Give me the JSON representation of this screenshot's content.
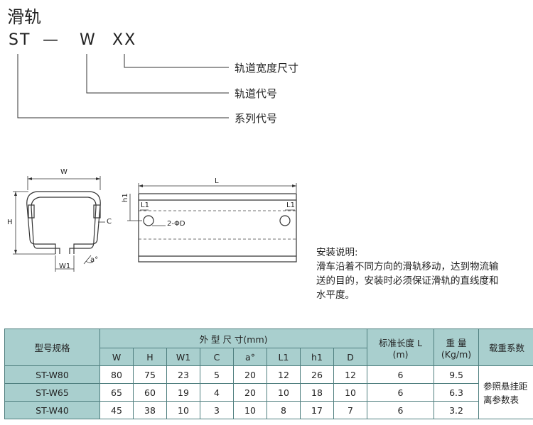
{
  "title": "滑轨",
  "code": {
    "p1": "ST",
    "dash": "—",
    "p2": "W",
    "p3": "XX"
  },
  "callouts": [
    "轨道宽度尺寸",
    "轨道代号",
    "系列代号"
  ],
  "drawing_labels": {
    "W": "W",
    "H": "H",
    "W1": "W1",
    "C": "C",
    "a": "a°",
    "L": "L",
    "h1": "h1",
    "L1a": "L1",
    "L1b": "L1",
    "holes": "2-ΦD"
  },
  "install": {
    "heading": "安装说明:",
    "lines": [
      "滑车沿着不同方向的滑轨移动，达到物流输",
      "送的目的，安装时必须保证滑轨的直线度和",
      "水平度。"
    ]
  },
  "table": {
    "model_header": "型号规格",
    "dims_header": "外  型  尺  寸(mm)",
    "length_header": [
      "标准长度 L",
      "(m)"
    ],
    "weight_header": [
      "重  量",
      "(Kg/m)"
    ],
    "load_header": "载重系数",
    "sub_headers": [
      "W",
      "H",
      "W1",
      "C",
      "a°",
      "L1",
      "h1",
      "D"
    ],
    "rows": [
      {
        "model": "ST-W80",
        "vals": [
          "80",
          "75",
          "23",
          "5",
          "20",
          "12",
          "26",
          "12"
        ],
        "length": "6",
        "weight": "9.5"
      },
      {
        "model": "ST-W65",
        "vals": [
          "65",
          "60",
          "19",
          "4",
          "20",
          "10",
          "18",
          "10"
        ],
        "length": "6",
        "weight": "6.3"
      },
      {
        "model": "ST-W40",
        "vals": [
          "45",
          "38",
          "10",
          "3",
          "10",
          "8",
          "17",
          "7"
        ],
        "length": "6",
        "weight": "3.2"
      }
    ],
    "load_note": [
      "参照悬挂距",
      "离参数表"
    ]
  },
  "colors": {
    "header_bg": "#a9cfce",
    "border": "#4f7f7f"
  }
}
